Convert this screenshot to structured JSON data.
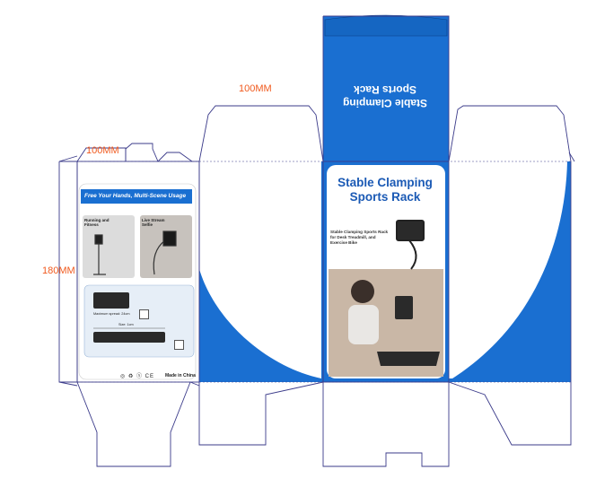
{
  "dimensions": {
    "width_label_top": "100MM",
    "width_label_side": "100MM",
    "height_label": "180MM"
  },
  "front_panel": {
    "title_line1": "Stable Clamping",
    "title_line2": "Sports Rack",
    "tagline": "Stable Clamping Sports Rack for Desk Treadmill, and Exercise Bike"
  },
  "top_lid": {
    "text_line1": "Stable Clamping",
    "text_line2": "Sports Rack"
  },
  "side_panel": {
    "banner": "Free Your Hands, Multi-Scene Usage",
    "scene1_caption": "Running and Fitness",
    "scene2_caption": "Live Stream Selfie",
    "size_caption1": "Maximum spread: 24cm",
    "size_caption2": "Size: 1cm",
    "certifications": "◎ ♻ ⓢ CE",
    "made_in": "Made in China"
  },
  "colors": {
    "box_blue": "#1a6fd1",
    "outline": "#3b3b8a",
    "dimension_orange": "#f05a1e",
    "title_blue": "#1b5ab5"
  }
}
